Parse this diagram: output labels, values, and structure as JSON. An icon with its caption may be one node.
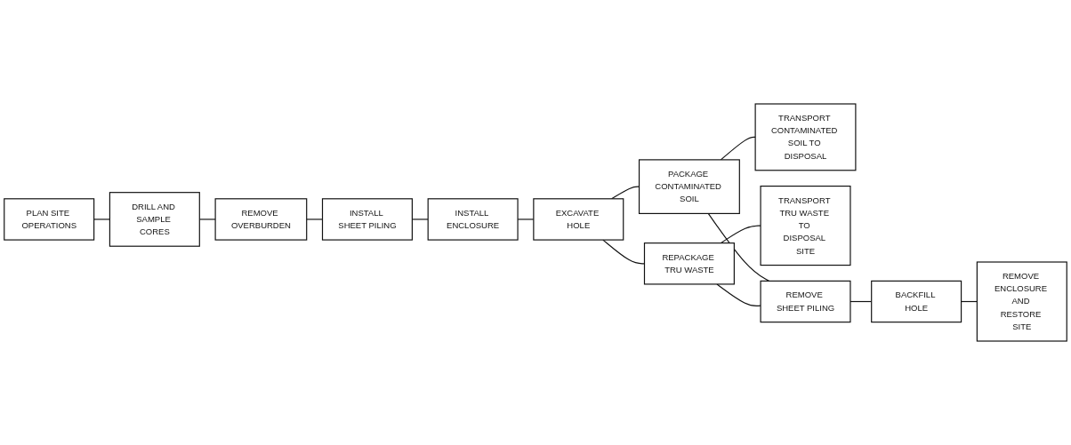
{
  "diagram": {
    "nodes": [
      {
        "text": [
          "PLAN SITE OPERATIONS"
        ]
      },
      {
        "text": [
          "DRILL AND SAMPLE CORES"
        ]
      },
      {
        "text": [
          "REMOVE OVERBURDEN"
        ]
      },
      {
        "text": [
          "INSTALL SHEET PILING"
        ]
      },
      {
        "text": [
          "INSTALL ENCLOSURE"
        ]
      },
      {
        "text": [
          "EXCAVATE HOLE"
        ]
      },
      {
        "text": [
          "TRANSPORT CONTAMINATED SOIL TO DISPOSAL"
        ]
      },
      {
        "text": [
          "PACKAGE CONTAMINATED SOIL"
        ]
      },
      {
        "text": [
          "REPACKAGE TRU WASTE"
        ]
      },
      {
        "text": [
          "TRANSPORT TRU WASTE TO DISPOSAL SITE"
        ]
      },
      {
        "text": [
          "REMOVE SHEET PILING"
        ]
      },
      {
        "text": [
          "BACKFILL HOLE"
        ]
      },
      {
        "text": [
          "REMOVE ENCLOSURE AND RESTORE SITE"
        ]
      }
    ],
    "edges": [
      {
        "from": 0,
        "to": 1,
        "arrow": "none"
      },
      {
        "from": 1,
        "to": 2,
        "arrow": "none"
      },
      {
        "from": 2,
        "to": 3,
        "arrow": "none"
      },
      {
        "from": 3,
        "to": 4,
        "arrow": "none"
      },
      {
        "from": 4,
        "to": 5,
        "arrow": "none"
      },
      {
        "from": 5,
        "to": 7,
        "arrow": "none"
      },
      {
        "from": 5,
        "to": 8,
        "arrow": "none"
      },
      {
        "from": 7,
        "to": 6,
        "arrow": "none"
      },
      {
        "from": 8,
        "to": 9,
        "arrow": "none"
      },
      {
        "from": 7,
        "to": 10,
        "arrow": "none"
      },
      {
        "from": 8,
        "to": 10,
        "arrow": "none"
      },
      {
        "from": 10,
        "to": 11,
        "arrow": "none"
      },
      {
        "from": 11,
        "to": 12,
        "arrow": "none"
      }
    ]
  }
}
